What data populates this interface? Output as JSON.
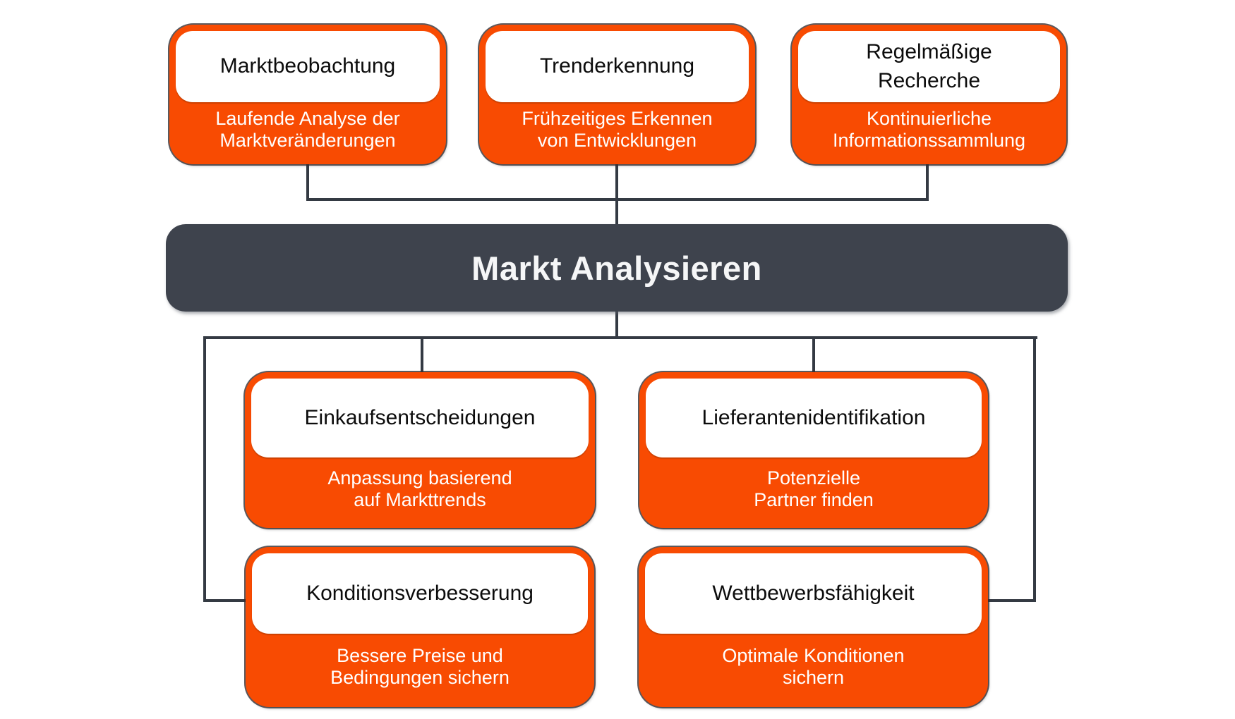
{
  "colors": {
    "accent_orange": "#f84b02",
    "dark_slate": "#3e434d",
    "connector_line": "#343a43",
    "title_text": "#0c0c0c",
    "subtitle_text": "#ffffff",
    "background": "#ffffff"
  },
  "diagram": {
    "center": {
      "title": "Markt Analysieren"
    },
    "top_nodes": [
      {
        "title": "Marktbeobachtung",
        "subtitle": "Laufende Analyse der\nMarktveränderungen"
      },
      {
        "title": "Trenderkennung",
        "subtitle": "Frühzeitiges Erkennen\nvon Entwicklungen"
      },
      {
        "title": "Regelmäßige\nRecherche",
        "subtitle": "Kontinuierliche\nInformationssammlung"
      }
    ],
    "bottom_nodes": [
      {
        "title": "Einkaufsentscheidungen",
        "subtitle": "Anpassung basierend\nauf Markttrends"
      },
      {
        "title": "Lieferantenidentifikation",
        "subtitle": "Potenzielle\nPartner finden"
      },
      {
        "title": "Konditionsverbesserung",
        "subtitle": "Bessere Preise und\nBedingungen sichern"
      },
      {
        "title": "Wettbewerbsfähigkeit",
        "subtitle": "Optimale Konditionen\nsichern"
      }
    ]
  }
}
